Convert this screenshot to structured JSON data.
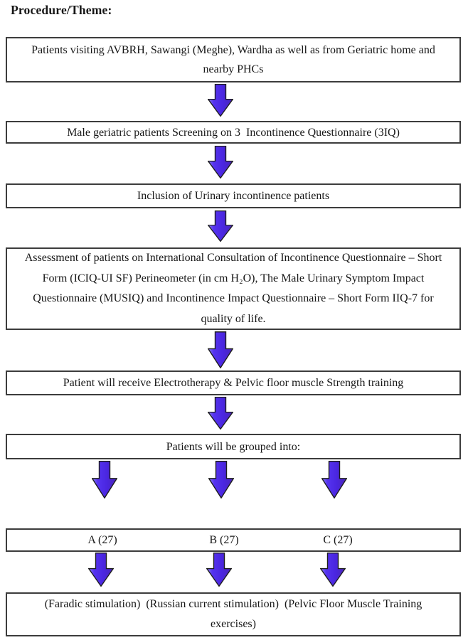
{
  "title": "Procedure/Theme:",
  "flow": {
    "steps": [
      {
        "name": "patient-source",
        "lines": [
          "Patients visiting AVBRH, Sawangi (Meghe), Wardha as well as from Geriatric home and",
          "nearby PHCs"
        ]
      },
      {
        "name": "screening",
        "lines": [
          "Male geriatric patients Screening on 3  Incontinence Questionnaire (3IQ)"
        ]
      },
      {
        "name": "inclusion",
        "lines": [
          "Inclusion of Urinary incontinence patients"
        ]
      },
      {
        "name": "assessment",
        "lines": [
          "Assessment of patients on International Consultation of Incontinence Questionnaire – Short",
          "Form (ICIQ-UI SF) Perineometer (in cm H₂O), The Male Urinary Symptom Impact",
          "Questionnaire (MUSIQ) and Incontinence Impact Questionnaire – Short Form IIQ-7 for",
          "quality of life."
        ]
      },
      {
        "name": "intervention",
        "lines": [
          "Patient will receive Electrotherapy & Pelvic floor muscle Strength training"
        ]
      },
      {
        "name": "grouping",
        "lines": [
          "Patients will be grouped into:"
        ]
      }
    ],
    "groups": [
      "A (27)",
      "B (27)",
      "C (27)"
    ],
    "treatment_lines": [
      "(Faradic stimulation)  (Russian current stimulation)  (Pelvic Floor Muscle Training",
      "exercises)"
    ]
  },
  "colors": {
    "arrow_fill_light": "#8e80f5",
    "arrow_fill_main": "#4b2ae6",
    "arrow_fill_dark": "#4c27b8",
    "arrow_outline": "#1e1e1e",
    "box_border": "#3c3c3c",
    "text": "#161616",
    "background": "#ffffff"
  }
}
